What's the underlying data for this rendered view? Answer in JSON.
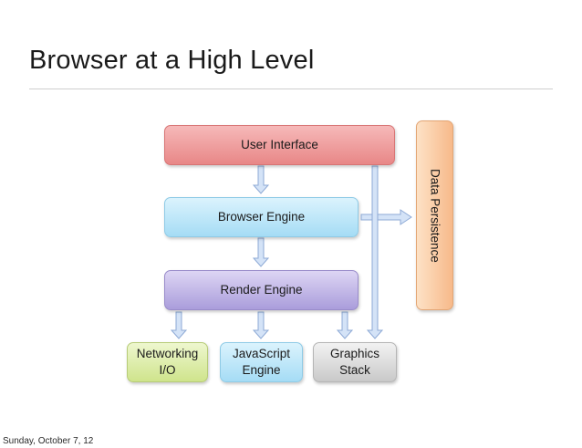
{
  "slide": {
    "title": "Browser at a High Level",
    "footer": "Sunday, October 7, 12"
  },
  "diagram": {
    "nodes": {
      "user_interface": "User Interface",
      "browser_engine": "Browser Engine",
      "render_engine": "Render Engine",
      "networking": "Networking\nI/O",
      "javascript_engine": "JavaScript\nEngine",
      "graphics_stack": "Graphics\nStack",
      "data_persistence": "Data Persistence"
    },
    "edges": [
      {
        "from": "user_interface",
        "to": "browser_engine"
      },
      {
        "from": "browser_engine",
        "to": "render_engine"
      },
      {
        "from": "browser_engine",
        "to": "data_persistence"
      },
      {
        "from": "render_engine",
        "to": "networking"
      },
      {
        "from": "render_engine",
        "to": "javascript_engine"
      },
      {
        "from": "render_engine",
        "to": "graphics_stack"
      },
      {
        "from": "user_interface",
        "to": "graphics_stack"
      }
    ],
    "colors": {
      "user_interface": "#ee9a9a",
      "browser_engine": "#bfe6f8",
      "render_engine": "#bdb1e5",
      "networking": "#dcecab",
      "javascript_engine": "#bfe6f8",
      "graphics_stack": "#dcdcdc",
      "data_persistence": "#fbcba3",
      "arrow": "#c9dcf4"
    }
  }
}
